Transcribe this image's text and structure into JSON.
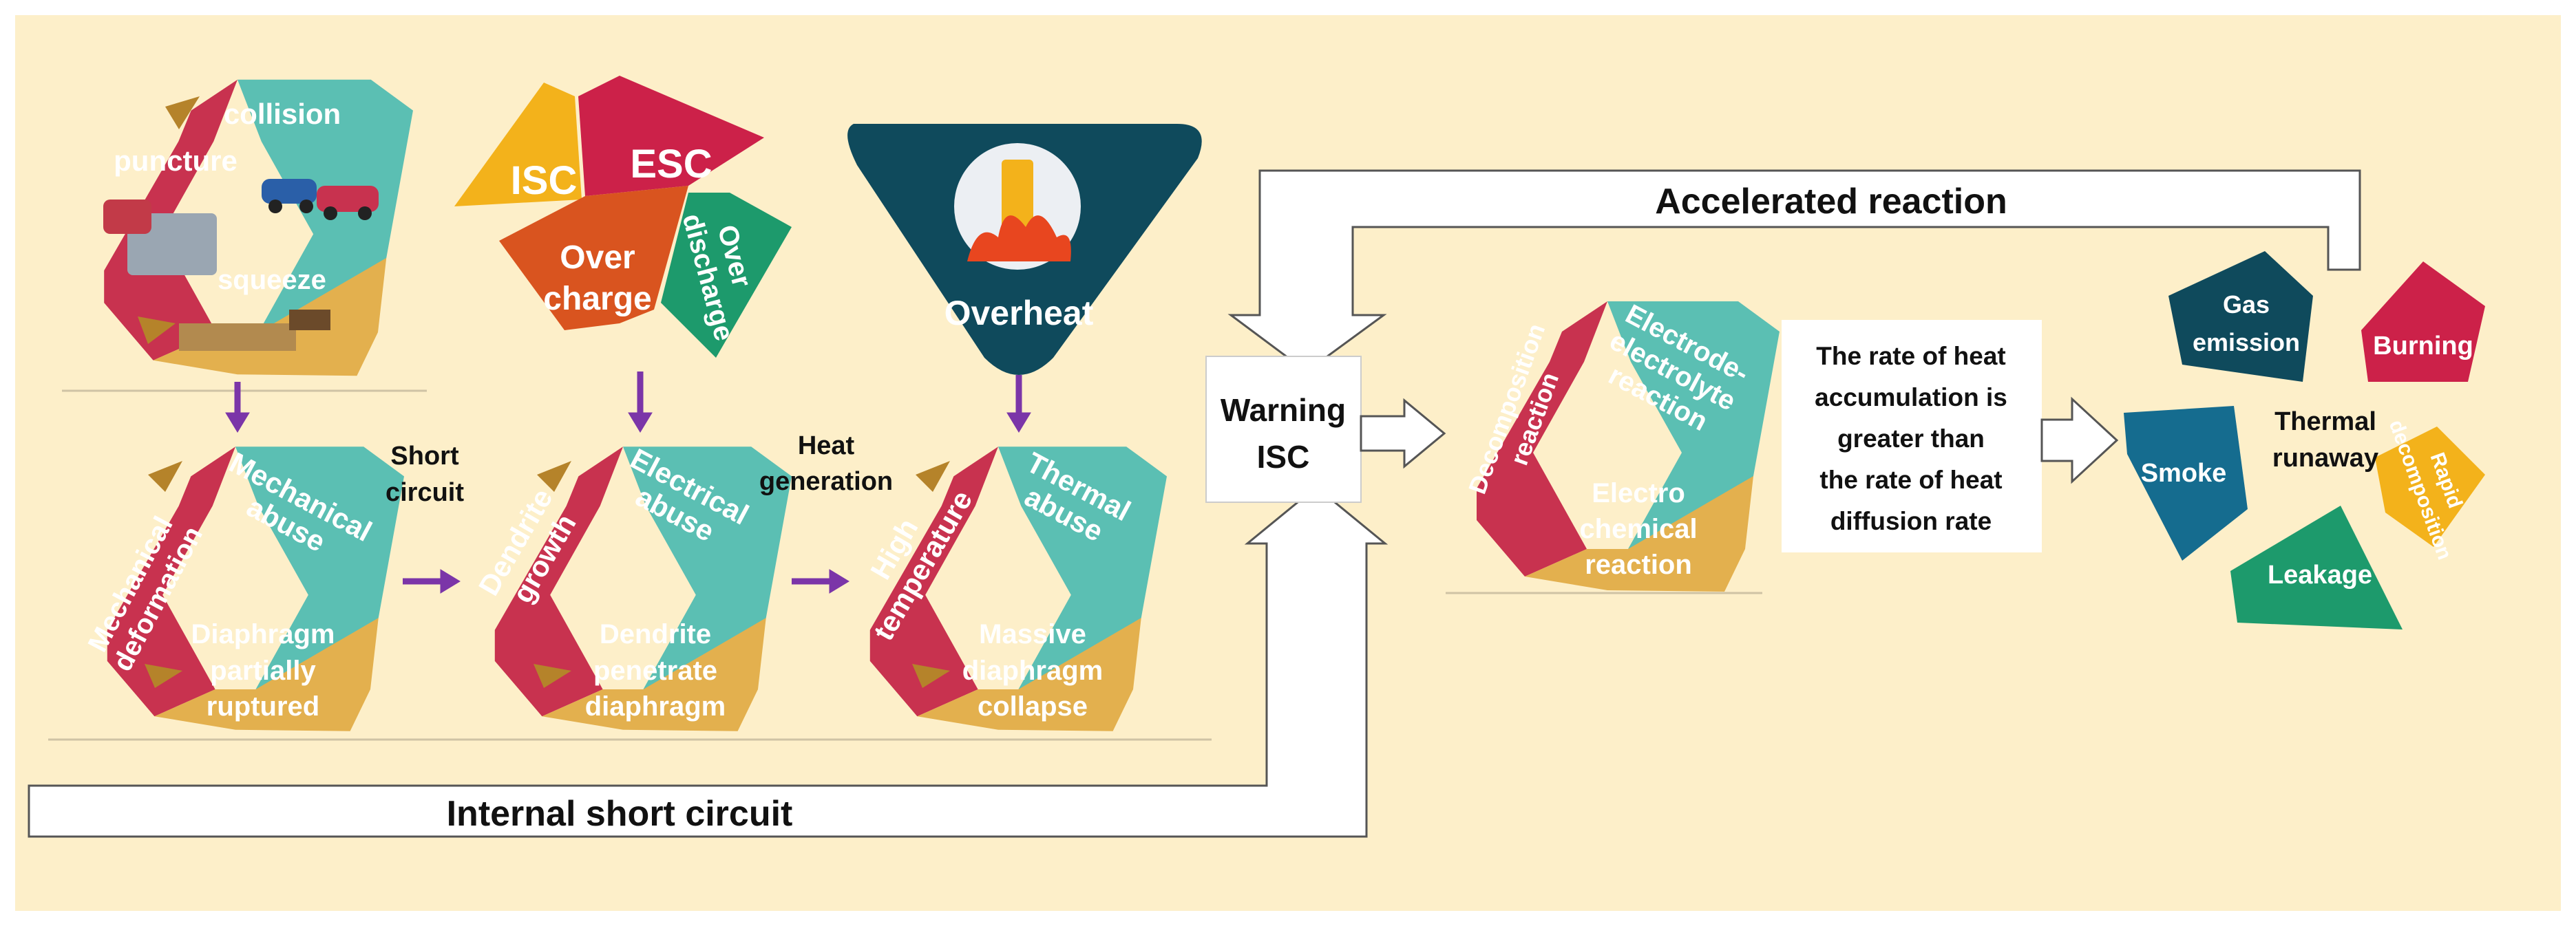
{
  "colors": {
    "background": "#fdefc9",
    "red": "#c8324f",
    "teal": "#5bbfb3",
    "gold": "#e3b04e",
    "yellow": "#f3b21b",
    "crimson": "#cc2149",
    "orange": "#d9541f",
    "green": "#1d9a6c",
    "navy": "#0f4a5c",
    "blue": "#156c8f",
    "purple": "#7b35a8",
    "arrow_brown": "#b5832a"
  },
  "top": {
    "collision": "collision",
    "puncture": "puncture",
    "squeeze": "squeeze",
    "isc": "ISC",
    "esc": "ESC",
    "overcharge_1": "Over",
    "overcharge_2": "charge",
    "overdischarge_1": "Over",
    "overdischarge_2": "discharge",
    "overheat": "Overheat"
  },
  "mid": {
    "mech_deformation_1": "Mechanical",
    "mech_deformation_2": "deformation",
    "mech_abuse_1": "Mechanical",
    "mech_abuse_2": "abuse",
    "diaphragm_partial_1": "Diaphragm",
    "diaphragm_partial_2": "partially",
    "diaphragm_partial_3": "ruptured",
    "dendrite_growth_1": "Dendrite",
    "dendrite_growth_2": "growth",
    "electrical_abuse_1": "Electrical",
    "electrical_abuse_2": "abuse",
    "dendrite_penetrate_1": "Dendrite",
    "dendrite_penetrate_2": "penetrate",
    "dendrite_penetrate_3": "diaphragm",
    "high_temp_1": "High",
    "high_temp_2": "temperature",
    "thermal_abuse_1": "Thermal",
    "thermal_abuse_2": "abuse",
    "massive_1": "Massive",
    "massive_2": "diaphragm",
    "massive_3": "collapse",
    "short_circuit_1": "Short",
    "short_circuit_2": "circuit",
    "heat_generation_1": "Heat",
    "heat_generation_2": "generation"
  },
  "flow": {
    "internal_short_circuit": "Internal short circuit",
    "accelerated_reaction": "Accelerated reaction",
    "warning_1": "Warning",
    "warning_2": "ISC",
    "decomposition_1": "Decomposition",
    "decomposition_2": "reaction",
    "electrode_1": "Electrode-",
    "electrode_2": "electrolyte",
    "electrode_3": "reaction",
    "electrochem_1": "Electro",
    "electrochem_2": "chemical",
    "electrochem_3": "reaction",
    "rate_1": "The rate of heat",
    "rate_2": "accumulation is",
    "rate_3": "greater than",
    "rate_4": "the rate of heat",
    "rate_5": "diffusion rate"
  },
  "runaway": {
    "center_1": "Thermal",
    "center_2": "runaway",
    "gas_1": "Gas",
    "gas_2": "emission",
    "burning": "Burning",
    "smoke": "Smoke",
    "leakage": "Leakage",
    "rapid_1": "Rapid",
    "rapid_2": "decomposition"
  }
}
